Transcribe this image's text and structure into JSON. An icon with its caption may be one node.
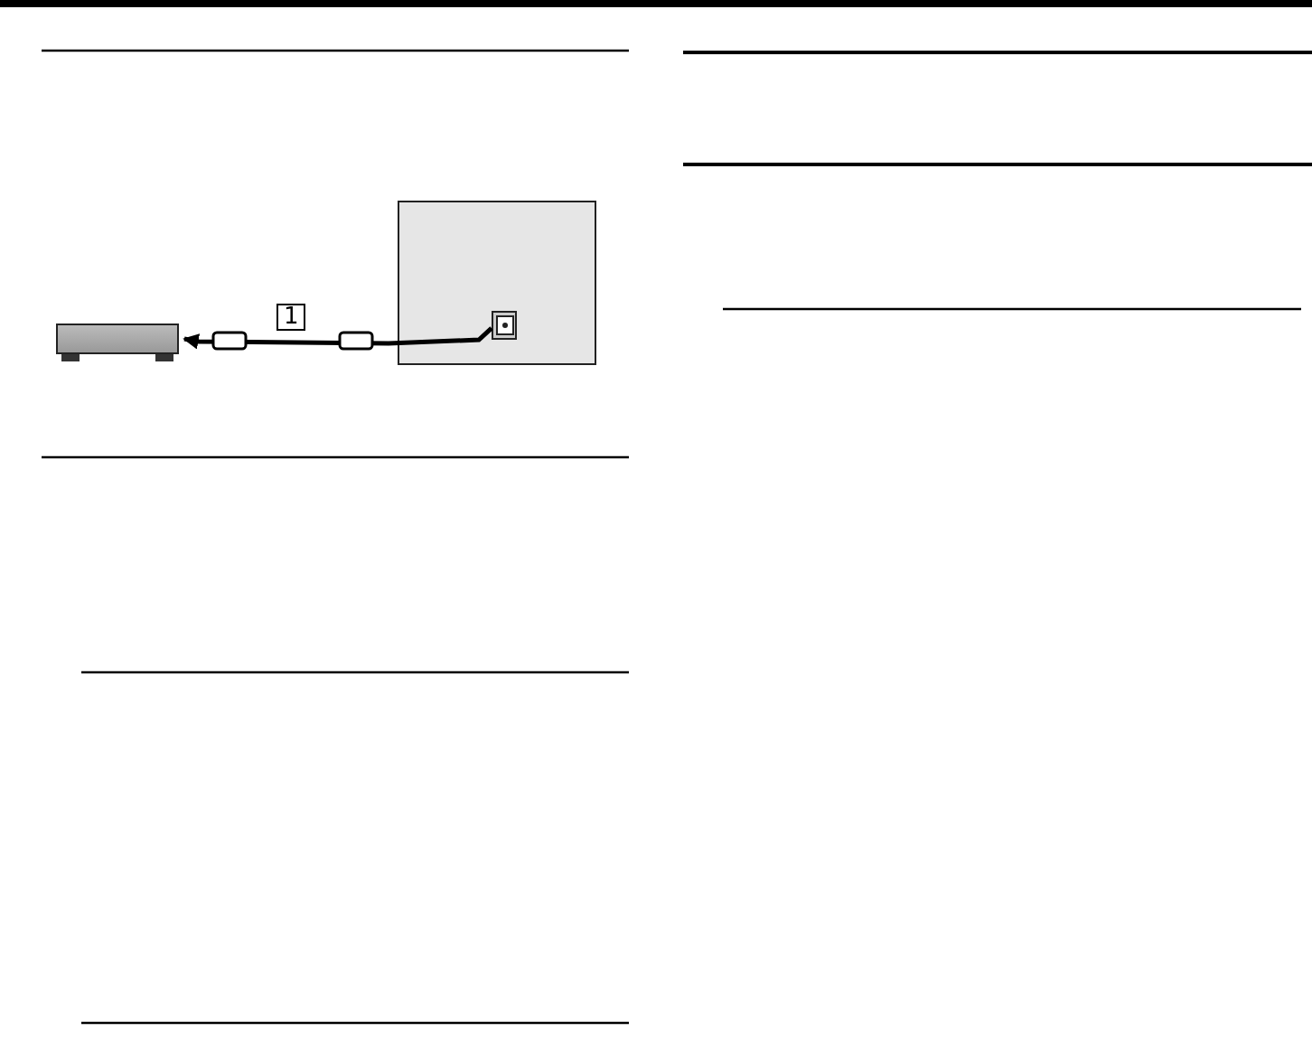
{
  "diagram": {
    "nodes": [
      {
        "text": [],
        "shape": "box"
      },
      {
        "text": [],
        "shape": "box"
      },
      {
        "text": [],
        "shape": "box",
        "in": 1
      }
    ],
    "edges": [
      {
        "from": 2,
        "to": 0,
        "arrow": "to",
        "label": "1"
      }
    ]
  }
}
